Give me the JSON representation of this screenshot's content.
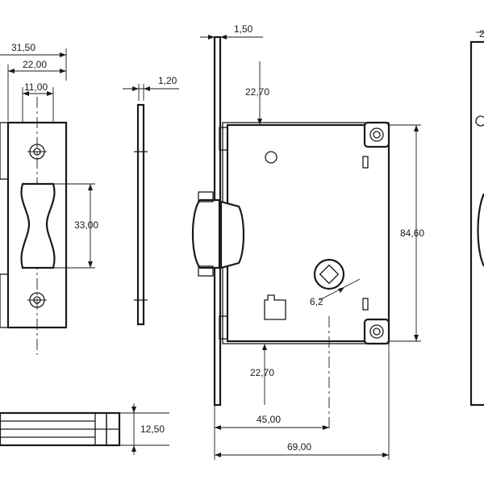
{
  "drawing": {
    "strike_plate": {
      "width_overall": "31,50",
      "width_mid": "22,00",
      "width_inner": "11,00",
      "opening_height": "33,00"
    },
    "faceplate_side": {
      "thickness": "1,20"
    },
    "lock_body": {
      "faceplate_thickness": "1,50",
      "top_offset": "22,70",
      "height": "84,60",
      "spindle_size": "6,2",
      "bottom_offset": "22,70",
      "backset": "45,00",
      "case_depth": "69,00"
    },
    "bottom_view": {
      "thickness": "12,50"
    }
  },
  "colors": {
    "line": "#1a1a1a",
    "background": "#ffffff"
  }
}
